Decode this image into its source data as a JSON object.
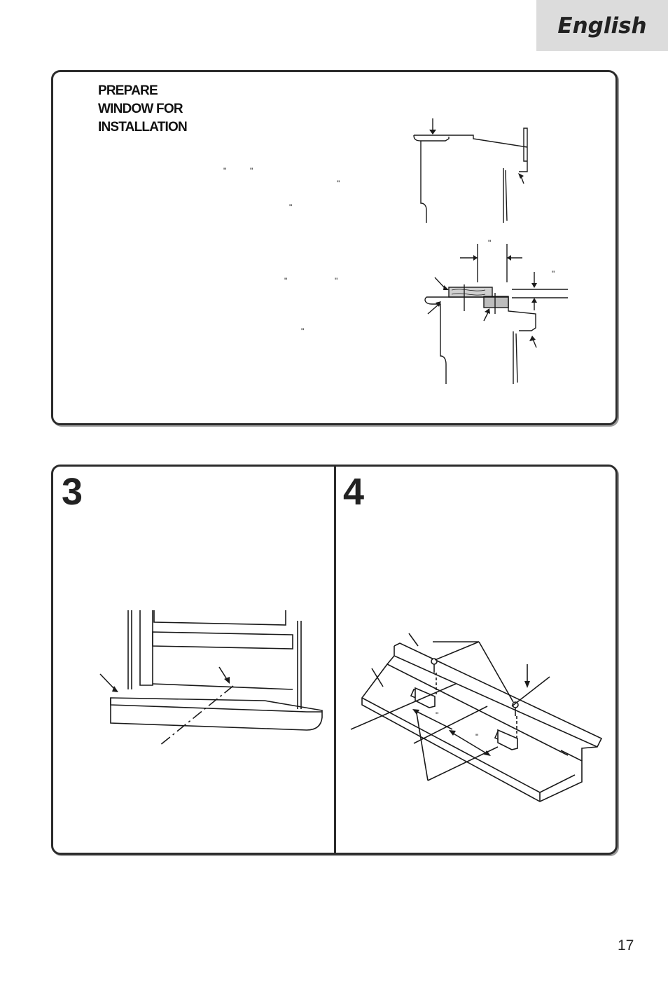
{
  "header": {
    "language": "English"
  },
  "prepare": {
    "heading_lines": [
      "PREPARE",
      "WINDOW FOR",
      "INSTALLATION"
    ],
    "inch_marks": [
      "\"",
      "\"",
      "\"",
      "\"",
      "\"",
      "\"",
      "\""
    ],
    "figure_marks": [
      "\"",
      "\""
    ]
  },
  "step3": {
    "number": "3"
  },
  "step4": {
    "number": "4",
    "figure_marks": [
      "\"",
      "\""
    ]
  },
  "footer": {
    "page_number": "17"
  }
}
